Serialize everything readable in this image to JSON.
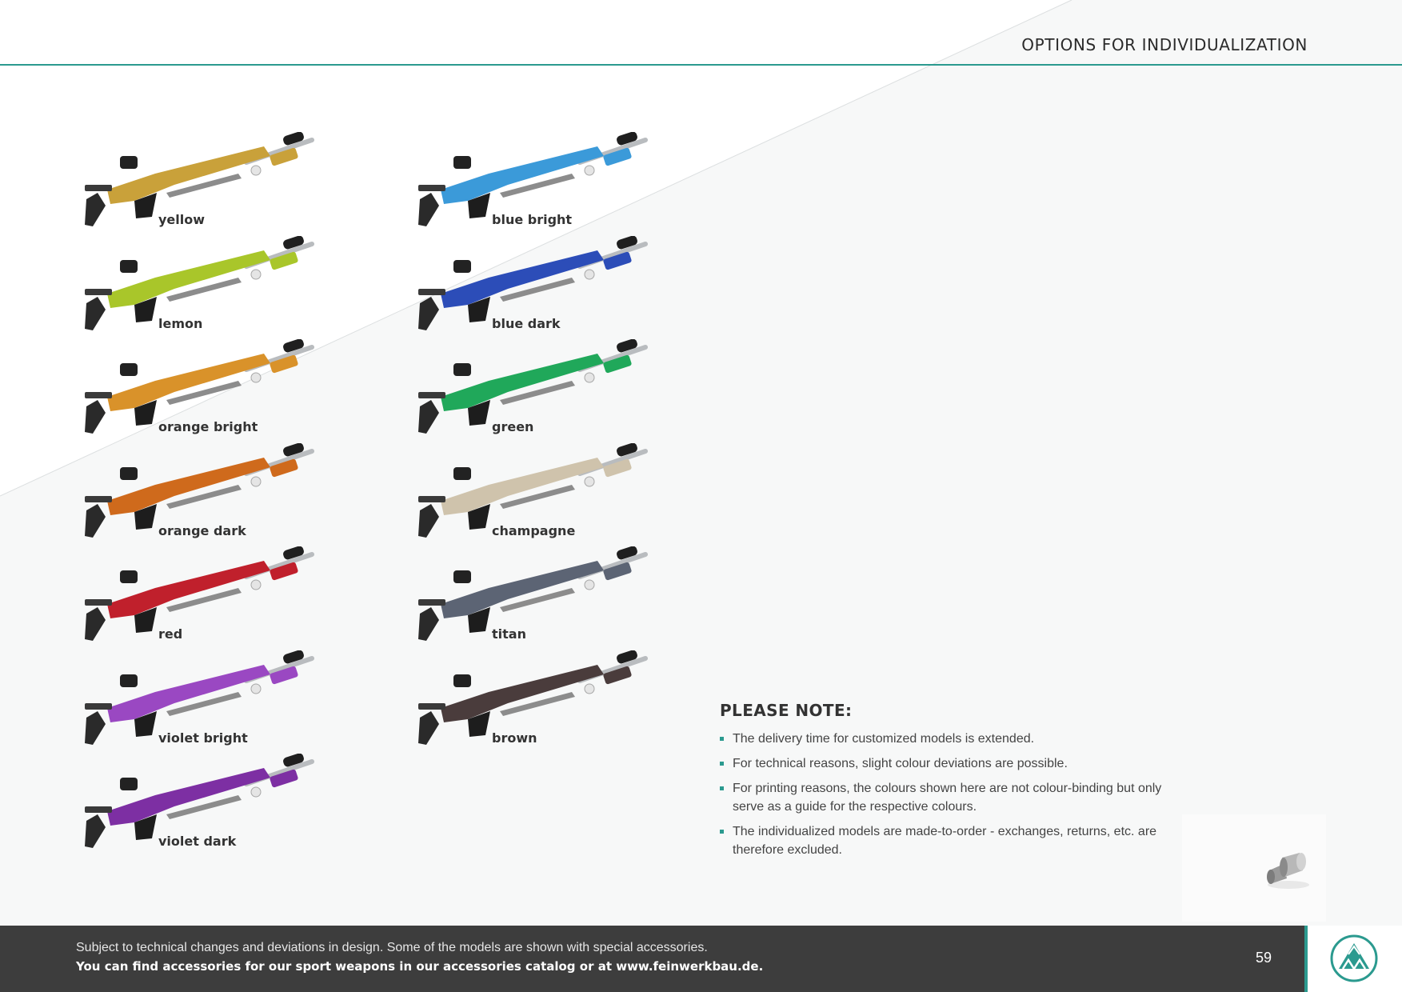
{
  "header": {
    "title": "OPTIONS FOR INDIVIDUALIZATION"
  },
  "swatches": [
    {
      "label": "yellow",
      "color": "#c9a13a"
    },
    {
      "label": "lemon",
      "color": "#a9c62a"
    },
    {
      "label": "orange bright",
      "color": "#d9922a"
    },
    {
      "label": "orange dark",
      "color": "#cf6a1c"
    },
    {
      "label": "red",
      "color": "#c0202c"
    },
    {
      "label": "violet bright",
      "color": "#9a48c2"
    },
    {
      "label": "violet dark",
      "color": "#7d2fa3"
    },
    {
      "label": "blue bright",
      "color": "#3b9ad9"
    },
    {
      "label": "blue dark",
      "color": "#2c4db8"
    },
    {
      "label": "green",
      "color": "#20a85a"
    },
    {
      "label": "champagne",
      "color": "#cfc3ac"
    },
    {
      "label": "titan",
      "color": "#5c6474"
    },
    {
      "label": "brown",
      "color": "#4a3c3c"
    }
  ],
  "note": {
    "heading": "PLEASE NOTE:",
    "items": [
      "The delivery time for customized models is extended.",
      "For technical reasons, slight colour deviations are possible.",
      "For printing reasons, the colours shown here are not colour-binding but only serve as a guide for the respective colours.",
      "The individualized models are made-to-order - exchanges, returns, etc. are therefore excluded."
    ]
  },
  "footer": {
    "line1": "Subject to technical changes and deviations in design. Some of the models are shown with special accessories.",
    "line2": "You can find accessories for our sport weapons in our accessories catalog or at www.feinwerkbau.de.",
    "page_number": "59"
  },
  "colors": {
    "accent": "#2b9a8f",
    "footer_bg": "#3d3d3d"
  }
}
